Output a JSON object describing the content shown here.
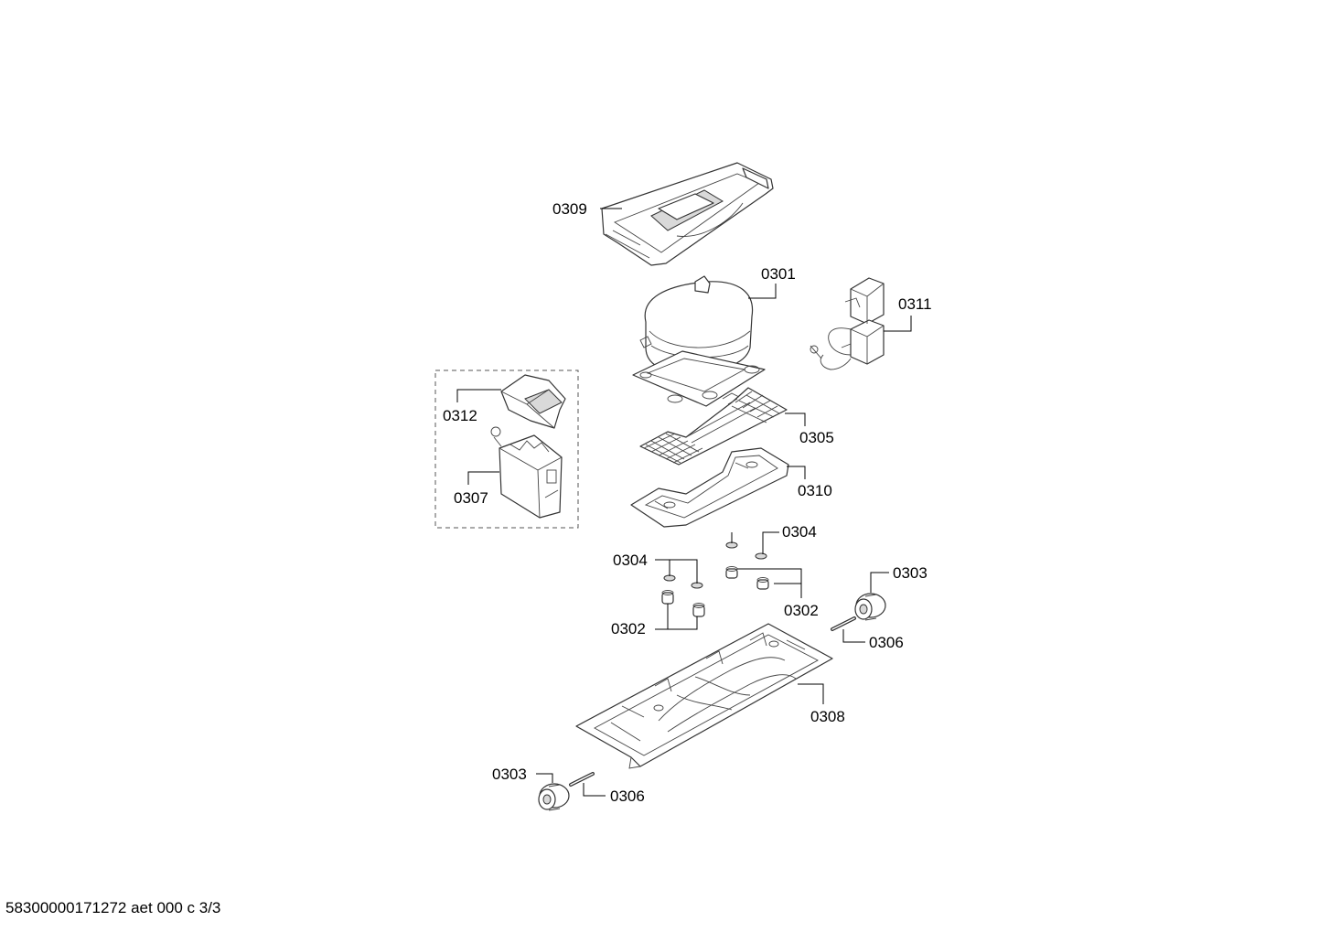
{
  "labels": {
    "p0309": "0309",
    "p0301": "0301",
    "p0311": "0311",
    "p0312": "0312",
    "p0305": "0305",
    "p0310": "0310",
    "p0307": "0307",
    "p0304a": "0304",
    "p0304b": "0304",
    "p0302a": "0302",
    "p0302b": "0302",
    "p0303a": "0303",
    "p0306a": "0306",
    "p0308": "0308",
    "p0303b": "0303",
    "p0306b": "0306"
  },
  "footer": {
    "doc_code": "58300000171272 aet 000 c 3/3"
  }
}
